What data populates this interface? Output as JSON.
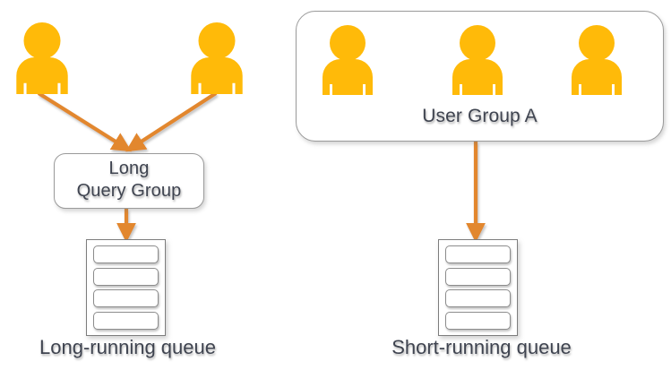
{
  "diagram": {
    "title": "Query queue routing diagram",
    "background_color": "#ffffff",
    "colors": {
      "person_icon": "#FFBA09",
      "arrow": "#E2872F",
      "box_border": "#9a9a9a",
      "queue_border": "#7d7d7d",
      "text": "#3f4450"
    }
  },
  "user_group": {
    "label": "User Group A",
    "member_count": 3,
    "members": [
      {
        "icon": "person-icon",
        "name": "user-1"
      },
      {
        "icon": "person-icon",
        "name": "user-2"
      },
      {
        "icon": "person-icon",
        "name": "user-3"
      }
    ]
  },
  "standalone_users": [
    {
      "icon": "person-icon",
      "name": "user-left"
    },
    {
      "icon": "person-icon",
      "name": "user-right"
    }
  ],
  "long_query_group": {
    "label": "Long\nQuery Group"
  },
  "queues": [
    {
      "name": "long-running-queue",
      "caption": "Long-running queue",
      "slots": 4
    },
    {
      "name": "short-running-queue",
      "caption": "Short-running queue",
      "slots": 4
    }
  ],
  "connections": [
    {
      "from": "user-left",
      "to": "long-query-group",
      "style": "arrow"
    },
    {
      "from": "user-right",
      "to": "long-query-group",
      "style": "arrow"
    },
    {
      "from": "long-query-group",
      "to": "long-running-queue",
      "style": "arrow"
    },
    {
      "from": "user-group-a",
      "to": "short-running-queue",
      "style": "arrow"
    }
  ]
}
